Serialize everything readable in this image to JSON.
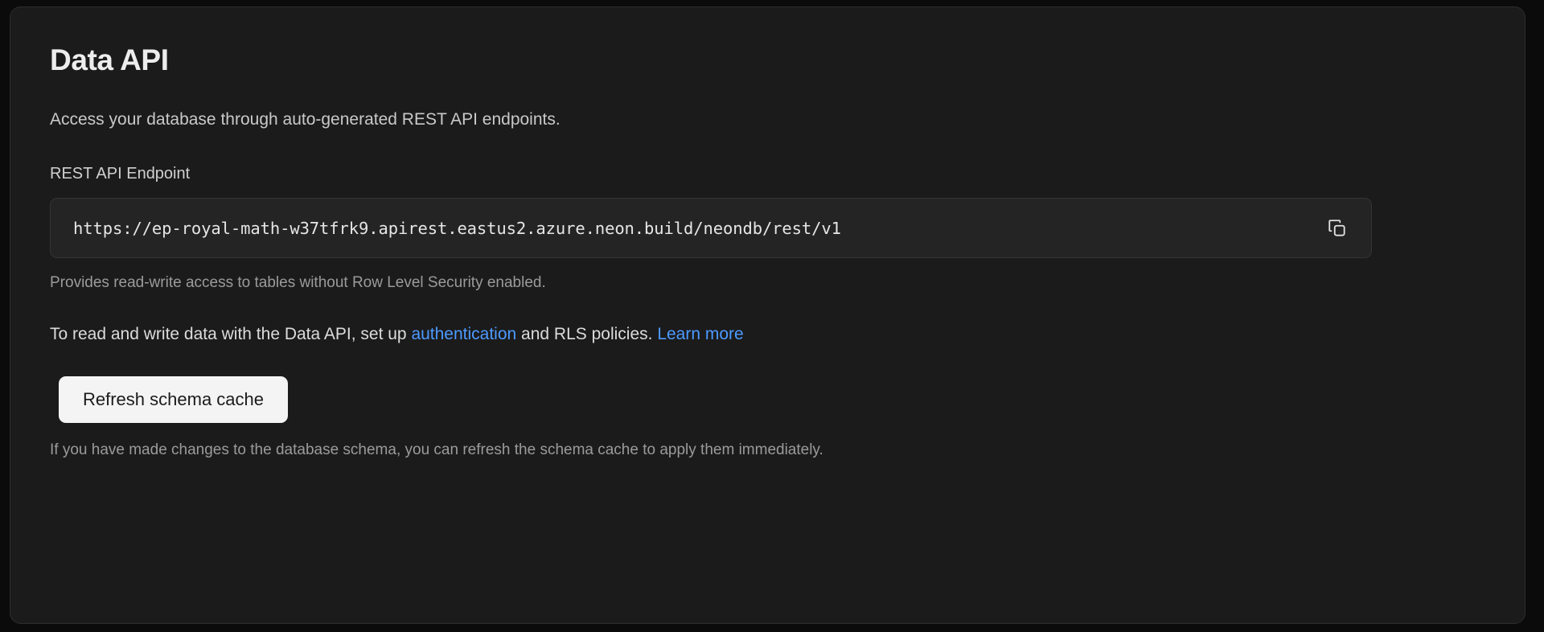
{
  "card": {
    "title": "Data API",
    "subtitle": "Access your database through auto-generated REST API endpoints.",
    "endpoint": {
      "label": "REST API Endpoint",
      "value": "https://ep-royal-math-w37tfrk9.apirest.eastus2.azure.neon.build/neondb/rest/v1",
      "placeholder": "https://",
      "copy_icon": "copy-icon",
      "copy_label": "Copy",
      "helper": "Provides read-write access to tables without Row Level Security enabled."
    },
    "info": {
      "prefix": "To read and write data with the Data API, set up ",
      "link_auth": "authentication",
      "middle": " and RLS policies. ",
      "link_learn": "Learn more"
    },
    "refresh": {
      "label": "Refresh schema cache",
      "footnote": "If you have made changes to the database schema, you can refresh the schema cache to apply them immediately."
    }
  },
  "colors": {
    "page_background": "#0b0b0b",
    "card_background": "#1b1b1b",
    "card_border": "#2d2d2d",
    "input_background": "#242424",
    "input_border": "#343434",
    "link": "#4c9aff",
    "button_background": "#f4f4f4",
    "button_text": "#1b1b1b",
    "title_text": "#ededed",
    "muted_text": "#9b9b9b"
  }
}
